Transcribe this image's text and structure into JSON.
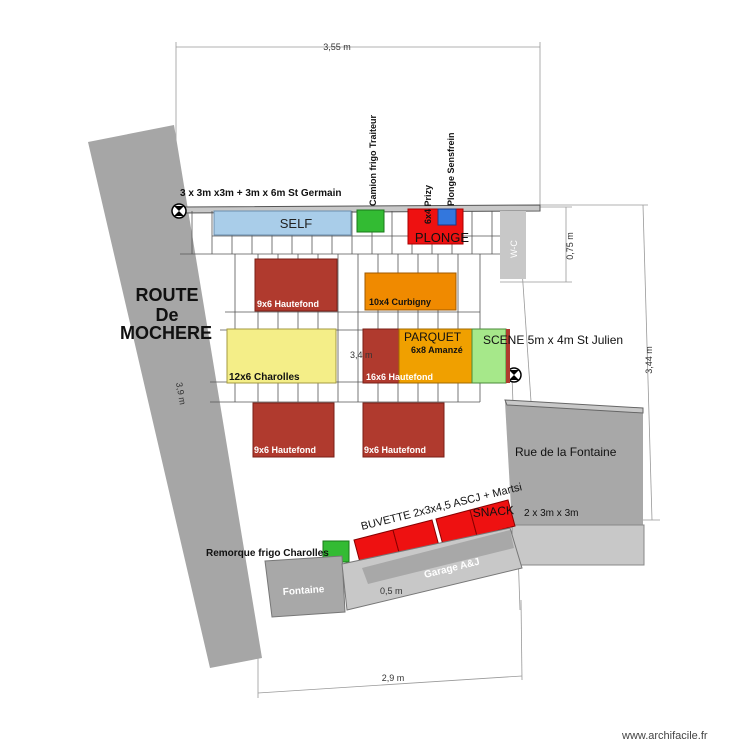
{
  "colors": {
    "road": "#a6a6a6",
    "red": "#b03a2e",
    "bright_red": "#ee1111",
    "orange": "#f08a00",
    "yellow": "#f4ee88",
    "light_blue": "#a9cde9",
    "green": "#33bb33",
    "light_green": "#a6e88a",
    "gray": "#a8a8a8",
    "light_gray": "#c8c8c8",
    "blue": "#3377dd"
  },
  "dimensions": {
    "top": "3,55 m",
    "right_short": "0,75 m",
    "right_long": "3,44 m",
    "left": "3,9 m",
    "bottom": "2,9 m",
    "middle": "3,4 m",
    "small": "0,5 m"
  },
  "labels": {
    "route": [
      "ROUTE",
      "De",
      "MOCHERE"
    ],
    "st_germain": "3 x 3m x3m + 3m x 6m St Germain",
    "camion_frigo": "Camion frigo Traiteur",
    "prizy": "6x4 Prizy",
    "plonge_sensfrein": "Plonge Sensfrein",
    "self": "SELF",
    "plonge": "PLONGE",
    "wc": "W-C",
    "hautefond_1": "9x6 Hautefond",
    "curbigny": "10x4 Curbigny",
    "charolles": "12x6 Charolles",
    "parquet": "PARQUET",
    "amanze": "6x8 Amanzé",
    "hautefond_16": "16x6 Hautefond",
    "scene": "SCENE 5m x 4m St Julien",
    "hautefond_2": "9x6 Hautefond",
    "hautefond_3": "9x6 Hautefond",
    "rue_fontaine": "Rue de la Fontaine",
    "buvette": "BUVETTE  2x3x4,5 ASCJ + Martsi",
    "snack": "SNACK",
    "snack_size": "2 x 3m x 3m",
    "remorque": "Remorque frigo Charolles",
    "fontaine": "Fontaine",
    "garage": "Garage A&J"
  },
  "watermark": "www.archifacile.fr"
}
